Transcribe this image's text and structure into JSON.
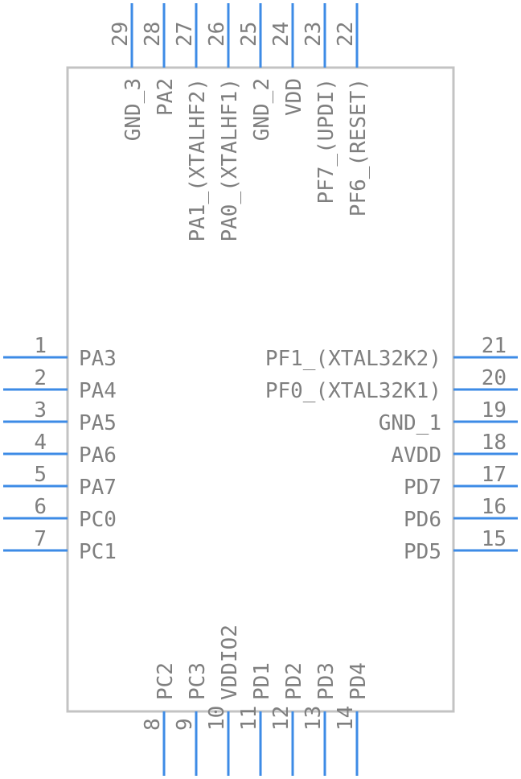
{
  "pins": {
    "left": [
      {
        "number": "1",
        "name": "PA3"
      },
      {
        "number": "2",
        "name": "PA4"
      },
      {
        "number": "3",
        "name": "PA5"
      },
      {
        "number": "4",
        "name": "PA6"
      },
      {
        "number": "5",
        "name": "PA7"
      },
      {
        "number": "6",
        "name": "PC0"
      },
      {
        "number": "7",
        "name": "PC1"
      }
    ],
    "bottom": [
      {
        "number": "8",
        "name": "PC2"
      },
      {
        "number": "9",
        "name": "PC3"
      },
      {
        "number": "10",
        "name": "VDDIO2"
      },
      {
        "number": "11",
        "name": "PD1"
      },
      {
        "number": "12",
        "name": "PD2"
      },
      {
        "number": "13",
        "name": "PD3"
      },
      {
        "number": "14",
        "name": "PD4"
      }
    ],
    "right": [
      {
        "number": "15",
        "name": "PD5"
      },
      {
        "number": "16",
        "name": "PD6"
      },
      {
        "number": "17",
        "name": "PD7"
      },
      {
        "number": "18",
        "name": "AVDD"
      },
      {
        "number": "19",
        "name": "GND_1"
      },
      {
        "number": "20",
        "name": "PF0_(XTAL32K1)"
      },
      {
        "number": "21",
        "name": "PF1_(XTAL32K2)"
      }
    ],
    "top": [
      {
        "number": "22",
        "name": "PF6_(RESET)"
      },
      {
        "number": "23",
        "name": "PF7_(UPDI)"
      },
      {
        "number": "24",
        "name": "VDD"
      },
      {
        "number": "25",
        "name": "GND_2"
      },
      {
        "number": "26",
        "name": "PA0_(XTALHF1)"
      },
      {
        "number": "27",
        "name": "PA1_(XTALHF2)"
      },
      {
        "number": "28",
        "name": "PA2"
      },
      {
        "number": "29",
        "name": "GND_3"
      }
    ]
  }
}
